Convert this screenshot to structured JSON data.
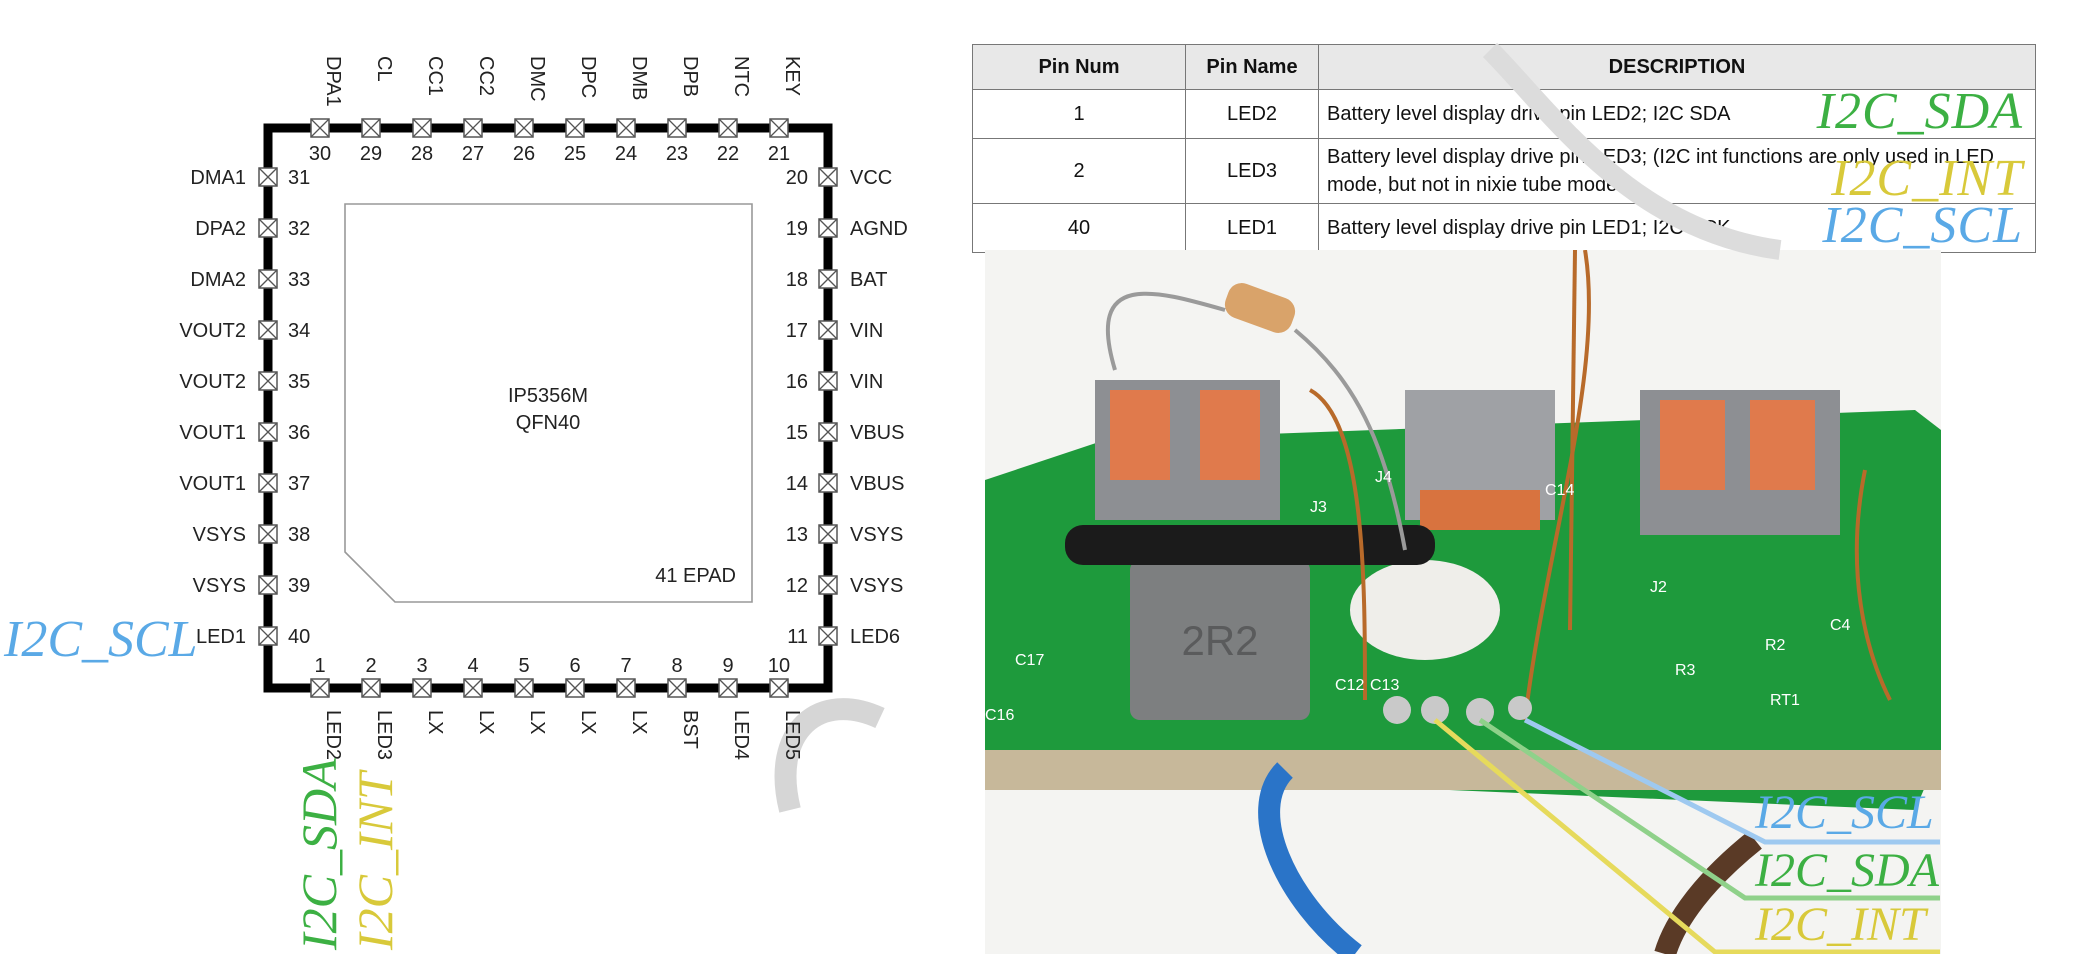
{
  "chip": {
    "name": "IP5356M",
    "package": "QFN40",
    "epad": "41 EPAD",
    "top_pins": [
      {
        "num": "30",
        "name": "DPA1"
      },
      {
        "num": "29",
        "name": "CL"
      },
      {
        "num": "28",
        "name": "CC1"
      },
      {
        "num": "27",
        "name": "CC2"
      },
      {
        "num": "26",
        "name": "DMC"
      },
      {
        "num": "25",
        "name": "DPC"
      },
      {
        "num": "24",
        "name": "DMB"
      },
      {
        "num": "23",
        "name": "DPB"
      },
      {
        "num": "22",
        "name": "NTC"
      },
      {
        "num": "21",
        "name": "KEY"
      }
    ],
    "left_pins": [
      {
        "num": "31",
        "name": "DMA1"
      },
      {
        "num": "32",
        "name": "DPA2"
      },
      {
        "num": "33",
        "name": "DMA2"
      },
      {
        "num": "34",
        "name": "VOUT2"
      },
      {
        "num": "35",
        "name": "VOUT2"
      },
      {
        "num": "36",
        "name": "VOUT1"
      },
      {
        "num": "37",
        "name": "VOUT1"
      },
      {
        "num": "38",
        "name": "VSYS"
      },
      {
        "num": "39",
        "name": "VSYS"
      },
      {
        "num": "40",
        "name": "LED1"
      }
    ],
    "right_pins": [
      {
        "num": "20",
        "name": "VCC"
      },
      {
        "num": "19",
        "name": "AGND"
      },
      {
        "num": "18",
        "name": "BAT"
      },
      {
        "num": "17",
        "name": "VIN"
      },
      {
        "num": "16",
        "name": "VIN"
      },
      {
        "num": "15",
        "name": "VBUS"
      },
      {
        "num": "14",
        "name": "VBUS"
      },
      {
        "num": "13",
        "name": "VSYS"
      },
      {
        "num": "12",
        "name": "VSYS"
      },
      {
        "num": "11",
        "name": "LED6"
      }
    ],
    "bottom_pins": [
      {
        "num": "1",
        "name": "LED2"
      },
      {
        "num": "2",
        "name": "LED3"
      },
      {
        "num": "3",
        "name": "LX"
      },
      {
        "num": "4",
        "name": "LX"
      },
      {
        "num": "5",
        "name": "LX"
      },
      {
        "num": "6",
        "name": "LX"
      },
      {
        "num": "7",
        "name": "LX"
      },
      {
        "num": "8",
        "name": "BST"
      },
      {
        "num": "9",
        "name": "LED4"
      },
      {
        "num": "10",
        "name": "LED5"
      }
    ]
  },
  "annotations": {
    "scl": "I2C_SCL",
    "sda": "I2C_SDA",
    "int": "I2C_INT"
  },
  "colors": {
    "sda": "#3cb043",
    "int": "#d8c93a",
    "scl": "#5aa9e6"
  },
  "table": {
    "headers": [
      "Pin Num",
      "Pin Name",
      "DESCRIPTION"
    ],
    "rows": [
      {
        "num": "1",
        "name": "LED2",
        "desc": "Battery level display drive pin LED2; I2C SDA",
        "tag": "I2C_SDA"
      },
      {
        "num": "2",
        "name": "LED3",
        "desc": "Battery level display drive pin LED3; (I2C int functions are only used in LED mode, but not in nixie tube mode. )",
        "tag": "I2C_INT"
      },
      {
        "num": "40",
        "name": "LED1",
        "desc": "Battery level display drive pin LED1; I2C SCK",
        "tag": "I2C_SCL"
      }
    ]
  },
  "photo": {
    "silkscreen": [
      "J3",
      "J4",
      "C14",
      "J2",
      "2R2",
      "C17",
      "C12",
      "C13",
      "R2",
      "R3",
      "RT1",
      "C16",
      "C4"
    ],
    "labels": [
      "I2C_SCL",
      "I2C_SDA",
      "I2C_INT"
    ]
  }
}
